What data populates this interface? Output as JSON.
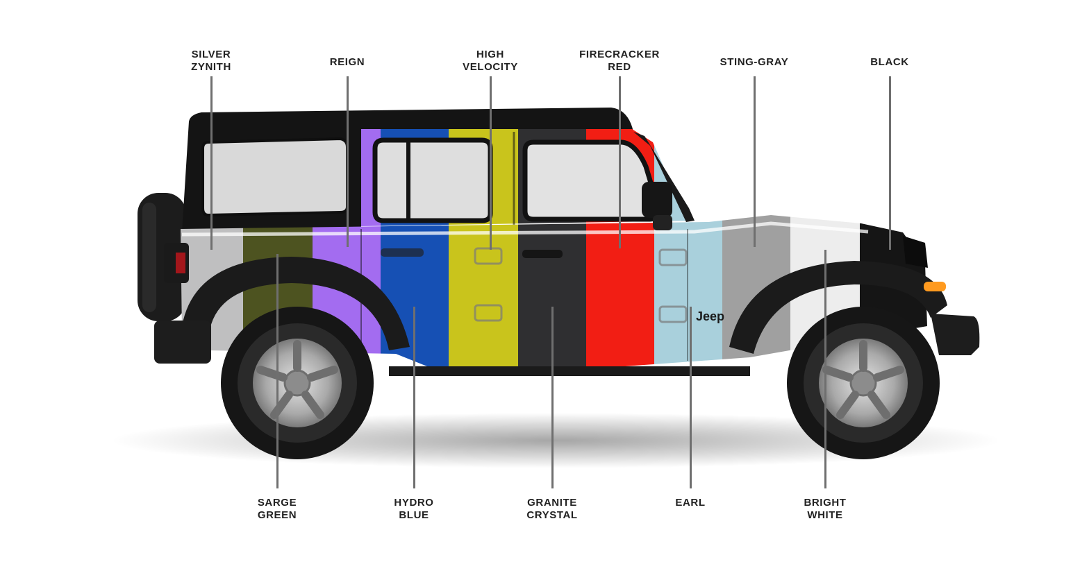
{
  "colors_top": [
    {
      "key": "silver_zynith",
      "name": "SILVER\nZYNITH",
      "hex": "#bfbfc0"
    },
    {
      "key": "reign",
      "name": "REIGN",
      "hex": "#a36cf0"
    },
    {
      "key": "high_velocity",
      "name": "HIGH\nVELOCITY",
      "hex": "#c9c41c"
    },
    {
      "key": "firecracker_red",
      "name": "FIRECRACKER\nRED",
      "hex": "#f21e14"
    },
    {
      "key": "sting_gray",
      "name": "STING-GRAY",
      "hex": "#a0a0a0"
    },
    {
      "key": "black",
      "name": "BLACK",
      "hex": "#151515"
    }
  ],
  "colors_bottom": [
    {
      "key": "sarge_green",
      "name": "SARGE\nGREEN",
      "hex": "#4d5320"
    },
    {
      "key": "hydro_blue",
      "name": "HYDRO\nBLUE",
      "hex": "#1650b4"
    },
    {
      "key": "granite_crystal",
      "name": "GRANITE\nCRYSTAL",
      "hex": "#2f2f31"
    },
    {
      "key": "earl",
      "name": "EARL",
      "hex": "#a9d0dc"
    },
    {
      "key": "bright_white",
      "name": "BRIGHT\nWHITE",
      "hex": "#ededed"
    }
  ],
  "vehicle": {
    "badge": "Jeep",
    "body_colors_order": [
      "silver_zynith",
      "sarge_green",
      "reign",
      "hydro_blue",
      "high_velocity",
      "granite_crystal",
      "firecracker_red",
      "earl",
      "sting_gray",
      "bright_white",
      "black"
    ]
  }
}
